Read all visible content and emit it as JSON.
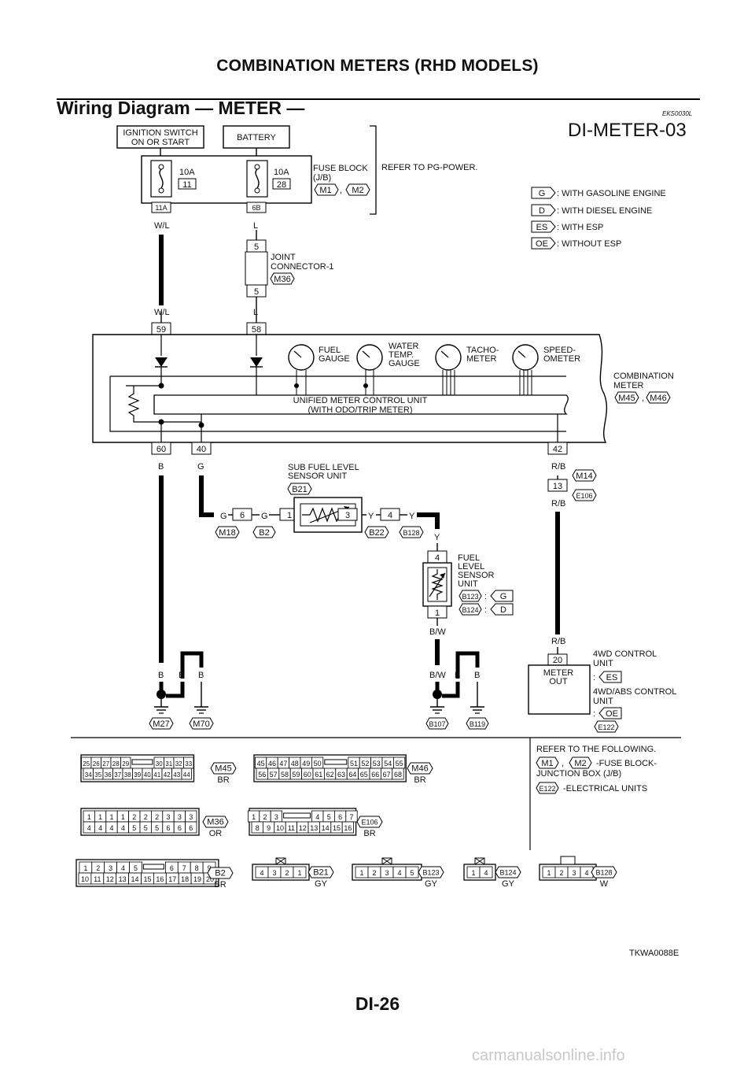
{
  "header": {
    "title": "COMBINATION METERS (RHD MODELS)"
  },
  "section": {
    "title": "Wiring Diagram — METER —",
    "code": "EKS0030L"
  },
  "diagram_code": "DI-METER-03",
  "top": {
    "ignition_switch": [
      "IGNITION SWITCH",
      "ON OR START"
    ],
    "battery": "BATTERY",
    "fuse1": {
      "amp": "10A",
      "num": "11",
      "term": "11A",
      "wire": "W/L"
    },
    "fuse2": {
      "amp": "10A",
      "num": "28",
      "term": "6B",
      "wire": "L"
    },
    "fuse_block": [
      "FUSE BLOCK",
      "(J/B)"
    ],
    "fuse_block_conns": [
      "M1",
      "M2"
    ],
    "refer_power": "REFER TO PG-POWER."
  },
  "legend": [
    {
      "code": "G",
      "text": ": WITH GASOLINE ENGINE"
    },
    {
      "code": "D",
      "text": ": WITH DIESEL ENGINE"
    },
    {
      "code": "ES",
      "text": ": WITH ESP"
    },
    {
      "code": "OE",
      "text": ": WITHOUT ESP"
    }
  ],
  "joint": {
    "pin_top": "5",
    "pin_bottom": "5",
    "label": [
      "JOINT",
      "CONNECTOR-1"
    ],
    "conn": "M36",
    "wire_left": "W/L",
    "wire_right": "L"
  },
  "meter": {
    "pins_top": [
      "59",
      "58"
    ],
    "gauges": [
      [
        "FUEL",
        "GAUGE"
      ],
      [
        "WATER",
        "TEMP.",
        "GAUGE"
      ],
      [
        "TACHO-",
        "METER"
      ],
      [
        "SPEED-",
        "OMETER"
      ]
    ],
    "unit": [
      "UNIFIED METER CONTROL UNIT",
      "(WITH ODO/TRIP METER)"
    ],
    "label": [
      "COMBINATION",
      "METER"
    ],
    "conns": [
      "M45",
      "M46"
    ],
    "pins_bottom": [
      "60",
      "40",
      "42"
    ],
    "wires_bottom": [
      "B",
      "G",
      "R/B"
    ]
  },
  "sub_fuel": {
    "label": [
      "SUB FUEL LEVEL",
      "SENSOR UNIT"
    ],
    "conn": "B21",
    "pins": [
      "6",
      "1",
      "3",
      "4"
    ],
    "wires": [
      "G",
      "G",
      "Y",
      "Y"
    ],
    "conns_below": [
      "M18",
      "B2",
      "B22",
      "B128"
    ],
    "wire_down": "Y"
  },
  "fuel_sensor": {
    "label": [
      "FUEL",
      "LEVEL",
      "SENSOR",
      "UNIT"
    ],
    "pins": [
      "4",
      "1"
    ],
    "variants": [
      {
        "conn": "B123",
        "code": "G"
      },
      {
        "conn": "B124",
        "code": "D"
      }
    ],
    "wire": "B/W"
  },
  "rb_line": {
    "wire": "R/B",
    "conns": [
      "M14",
      "E106"
    ],
    "pin": "13"
  },
  "grounds_left": {
    "wires": [
      "B",
      "B",
      "B"
    ],
    "conns": [
      "M27",
      "M70"
    ]
  },
  "grounds_right": {
    "wires": [
      "B/W",
      "B",
      "B"
    ],
    "conns": [
      "B107",
      "B119"
    ]
  },
  "fourwd": {
    "pin": "20",
    "box": [
      "METER",
      "OUT"
    ],
    "label1": [
      "4WD CONTROL",
      "UNIT"
    ],
    "code1": "ES",
    "label2": [
      "4WD/ABS CONTROL",
      "UNIT"
    ],
    "code2": "OE",
    "conn": "E122",
    "colon": ":"
  },
  "refer": {
    "title": "REFER TO THE FOLLOWING.",
    "conns": [
      "M1",
      "M2"
    ],
    "text1": [
      "-FUSE BLOCK-",
      "JUNCTION BOX (J/B)"
    ],
    "conn2": "E122",
    "text2": "-ELECTRICAL UNITS"
  },
  "connectors": {
    "m45": {
      "name": "M45",
      "color": "BR",
      "row1": [
        "25",
        "26",
        "27",
        "28",
        "29",
        "30",
        "31",
        "32",
        "33"
      ],
      "row2": [
        "34",
        "35",
        "36",
        "37",
        "38",
        "39",
        "40",
        "41",
        "42",
        "43",
        "44"
      ]
    },
    "m46": {
      "name": "M46",
      "color": "BR",
      "row1": [
        "45",
        "46",
        "47",
        "48",
        "49",
        "50",
        "51",
        "52",
        "53",
        "54",
        "55"
      ],
      "row2": [
        "56",
        "57",
        "58",
        "59",
        "60",
        "61",
        "62",
        "63",
        "64",
        "65",
        "66",
        "67",
        "68"
      ]
    },
    "m36": {
      "name": "M36",
      "color": "OR",
      "row1": [
        "1",
        "1",
        "1",
        "1",
        "2",
        "2",
        "2",
        "3",
        "3",
        "3"
      ],
      "row2": [
        "4",
        "4",
        "4",
        "4",
        "5",
        "5",
        "5",
        "6",
        "6",
        "6"
      ]
    },
    "e106": {
      "name": "E106",
      "color": "BR",
      "row1": [
        "1",
        "2",
        "3",
        "4",
        "5",
        "6",
        "7"
      ],
      "row2": [
        "8",
        "9",
        "10",
        "11",
        "12",
        "13",
        "14",
        "15",
        "16"
      ]
    },
    "b2": {
      "name": "B2",
      "color": "BR",
      "row1": [
        "1",
        "2",
        "3",
        "4",
        "5",
        "6",
        "7",
        "8",
        "9"
      ],
      "row2": [
        "10",
        "11",
        "12",
        "13",
        "14",
        "15",
        "16",
        "17",
        "18",
        "19",
        "20"
      ]
    },
    "b21": {
      "name": "B21",
      "color": "GY",
      "row": [
        "4",
        "3",
        "2",
        "1"
      ]
    },
    "b123": {
      "name": "B123",
      "color": "GY",
      "row": [
        "1",
        "2",
        "3",
        "4",
        "5"
      ]
    },
    "b124": {
      "name": "B124",
      "color": "GY",
      "row": [
        "1",
        "4"
      ]
    },
    "b128": {
      "name": "B128",
      "color": "W",
      "row": [
        "1",
        "2",
        "3",
        "4"
      ]
    }
  },
  "figure_code": "TKWA0088E",
  "page_number": "DI-26",
  "watermark": "carmanualsonline.info"
}
